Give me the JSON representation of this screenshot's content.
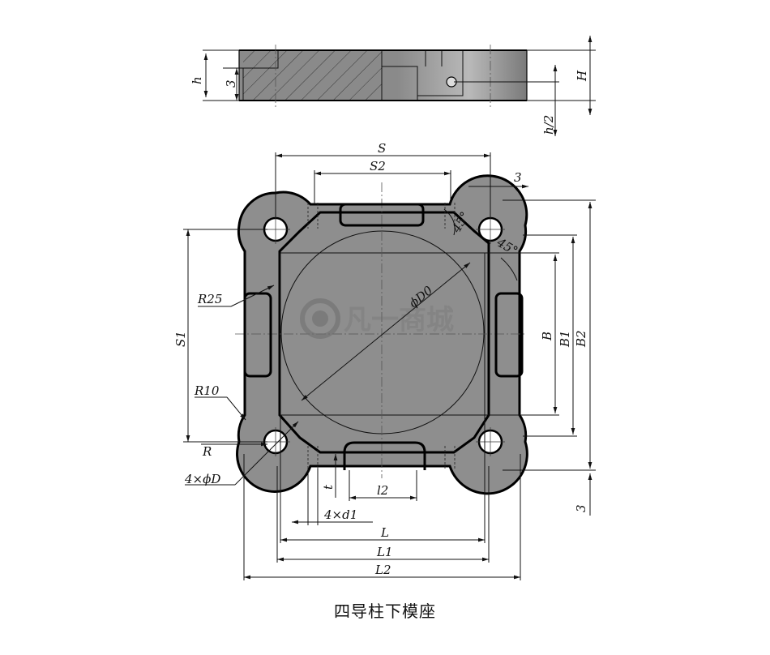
{
  "caption": "四导柱下模座",
  "watermark": {
    "text": "凡一商城"
  },
  "colors": {
    "part_fill": "#8c8c8c",
    "line": "#000000",
    "background": "#ffffff"
  },
  "side_view": {
    "labels": {
      "h": "h",
      "three": "3",
      "H": "H",
      "h_half": "h/2"
    }
  },
  "top_view": {
    "labels": {
      "S": "S",
      "S2": "S2",
      "three_top": "3",
      "angle1": "45°",
      "angle2": "45°",
      "R25": "R25",
      "S1": "S1",
      "D0": "ϕD0",
      "B": "B",
      "B1": "B1",
      "B2": "B2",
      "R10": "R10",
      "R": "R",
      "hole": "4×ϕD",
      "t": "t",
      "l2": "l2",
      "d1": "4×d1",
      "L": "L",
      "L1": "L1",
      "L2": "L2",
      "three_right": "3"
    }
  }
}
